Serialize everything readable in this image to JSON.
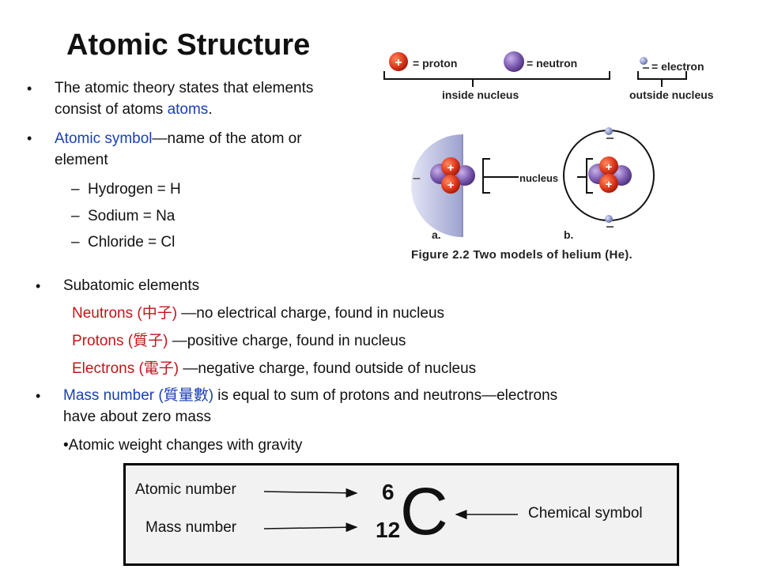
{
  "title": "Atomic Structure",
  "bullets": {
    "b1_line1": "The atomic theory states that elements",
    "b1_line2_prefix": "consist of atoms ",
    "b1_line2_blue": "atoms",
    "b1_line2_suffix": ".",
    "b2_blue": "Atomic symbol",
    "b2_rest": "—name of the atom or",
    "b2_line2": "element",
    "sub1": "Hydrogen = H",
    "sub2": "Sodium = Na",
    "sub3": "Chloride = Cl",
    "dash": "–",
    "dot": "•"
  },
  "subatomic": {
    "heading": "Subatomic elements",
    "neutron_red": "Neutrons (中子)",
    "neutron_rest": " —no electrical charge, found in nucleus",
    "proton_red": "Protons (質子)",
    "proton_rest": " —positive charge, found in nucleus",
    "electron_red": "Electrons (電子)",
    "electron_rest": " —negative charge, found outside of nucleus",
    "mass_blue": "Mass number (質量數)",
    "mass_rest": "  is equal to sum of protons and neutrons—electrons",
    "mass_line2": "have about zero mass",
    "weight": "•Atomic weight changes with gravity"
  },
  "figure": {
    "proton_legend": "= proton",
    "neutron_legend": "= neutron",
    "electron_legend": "= electron",
    "inside_label": "inside nucleus",
    "outside_label": "outside nucleus",
    "nucleus_label": "nucleus",
    "label_a": "a.",
    "label_b": "b.",
    "caption": "Figure 2.2 Two models of helium (He).",
    "plus": "+",
    "minus": "–"
  },
  "symbol_box": {
    "atomic_number_label": "Atomic number",
    "mass_number_label": "Mass number",
    "chemical_symbol_label": "Chemical symbol",
    "atomic_number": "6",
    "mass_number": "12",
    "symbol": "C"
  },
  "colors": {
    "accent_blue": "#1a3fb5",
    "accent_red": "#c0161b",
    "proton": "#e03a1e",
    "neutron": "#7c5bb0",
    "electron_cloud": "#b9bde0"
  }
}
